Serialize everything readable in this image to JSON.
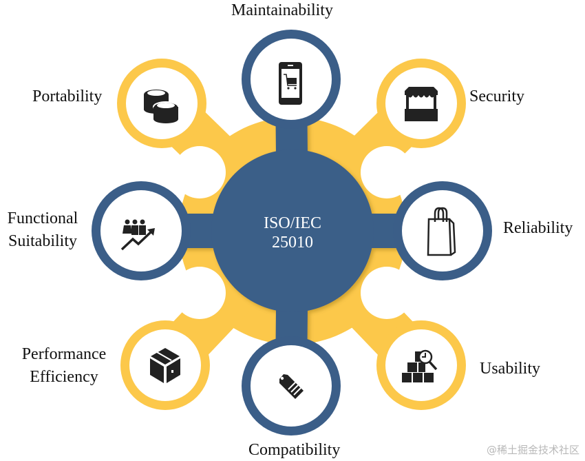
{
  "center": {
    "line1": "ISO/IEC",
    "line2": "25010"
  },
  "colors": {
    "blue": "#3B5E88",
    "yellow": "#FCC84A",
    "icon": "#222222",
    "white": "#FFFFFF"
  },
  "nodes": [
    {
      "id": "maintainability",
      "label": "Maintainability",
      "ring": "blue",
      "icon": "smartphone-cart-icon"
    },
    {
      "id": "security",
      "label": "Security",
      "ring": "yellow",
      "icon": "market-stall-icon"
    },
    {
      "id": "reliability",
      "label": "Reliability",
      "ring": "blue",
      "icon": "shopping-bag-icon"
    },
    {
      "id": "usability",
      "label": "Usability",
      "ring": "yellow",
      "icon": "boxes-magnifier-icon"
    },
    {
      "id": "compatibility",
      "label": "Compatibility",
      "ring": "blue",
      "icon": "price-tag-icon"
    },
    {
      "id": "performance",
      "label_line1": "Performance",
      "label_line2": "Efficiency",
      "ring": "yellow",
      "icon": "package-box-icon"
    },
    {
      "id": "functional",
      "label_line1": "Functional",
      "label_line2": "Suitability",
      "ring": "blue",
      "icon": "people-growth-icon"
    },
    {
      "id": "portability",
      "label": "Portability",
      "ring": "yellow",
      "icon": "coins-stack-icon"
    }
  ],
  "watermark": "@稀土掘金技术社区"
}
